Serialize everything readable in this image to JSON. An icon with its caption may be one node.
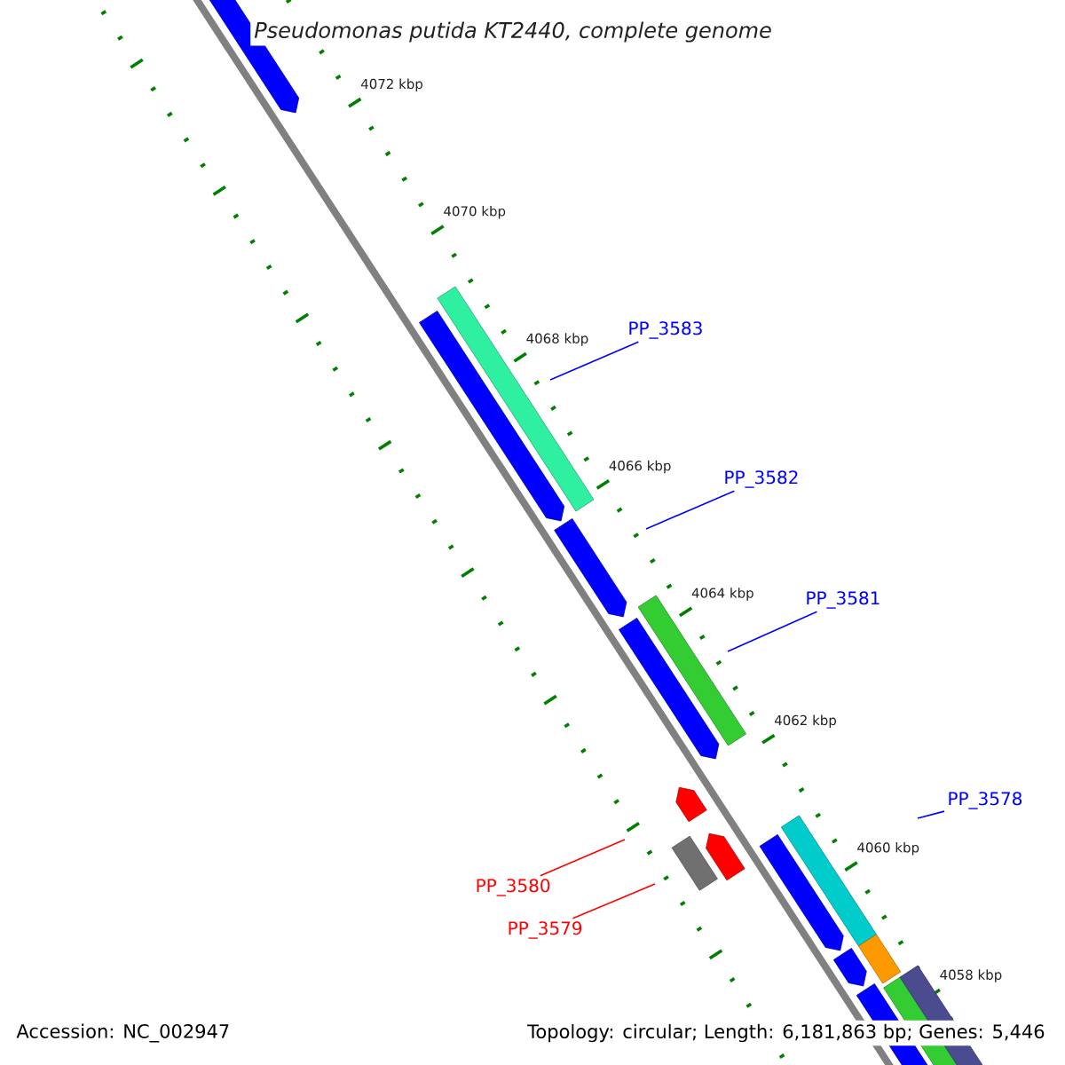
{
  "diagram": {
    "title": "Pseudomonas putida KT2440, complete genome",
    "nodes": [
      {
        "text": [
          "PP_3583"
        ]
      },
      {
        "text": [
          "PP_3582"
        ]
      },
      {
        "text": [
          "PP_3581"
        ]
      },
      {
        "text": [
          "PP_3578"
        ]
      },
      {
        "text": [
          "PP_3580"
        ]
      },
      {
        "text": [
          "PP_3579"
        ]
      }
    ],
    "edges": [
      {
        "from": 0,
        "to": null,
        "arrow": "none"
      },
      {
        "from": 1,
        "to": null,
        "arrow": "none"
      },
      {
        "from": 2,
        "to": null,
        "arrow": "none"
      },
      {
        "from": 3,
        "to": null,
        "arrow": "none"
      },
      {
        "from": 4,
        "to": null,
        "arrow": "none",
        "color": "#ff0000"
      },
      {
        "from": 5,
        "to": null,
        "arrow": "none",
        "color": "#ff0000"
      }
    ],
    "labels": [
      "4072 kbp",
      "4070 kbp",
      "4068 kbp",
      "4066 kbp",
      "4064 kbp",
      "4062 kbp",
      "4060 kbp",
      "4058 kbp",
      "Accession: NC_002947",
      "Topology: circular; Length: 6,181,863 bp; Genes: 5,446"
    ]
  }
}
